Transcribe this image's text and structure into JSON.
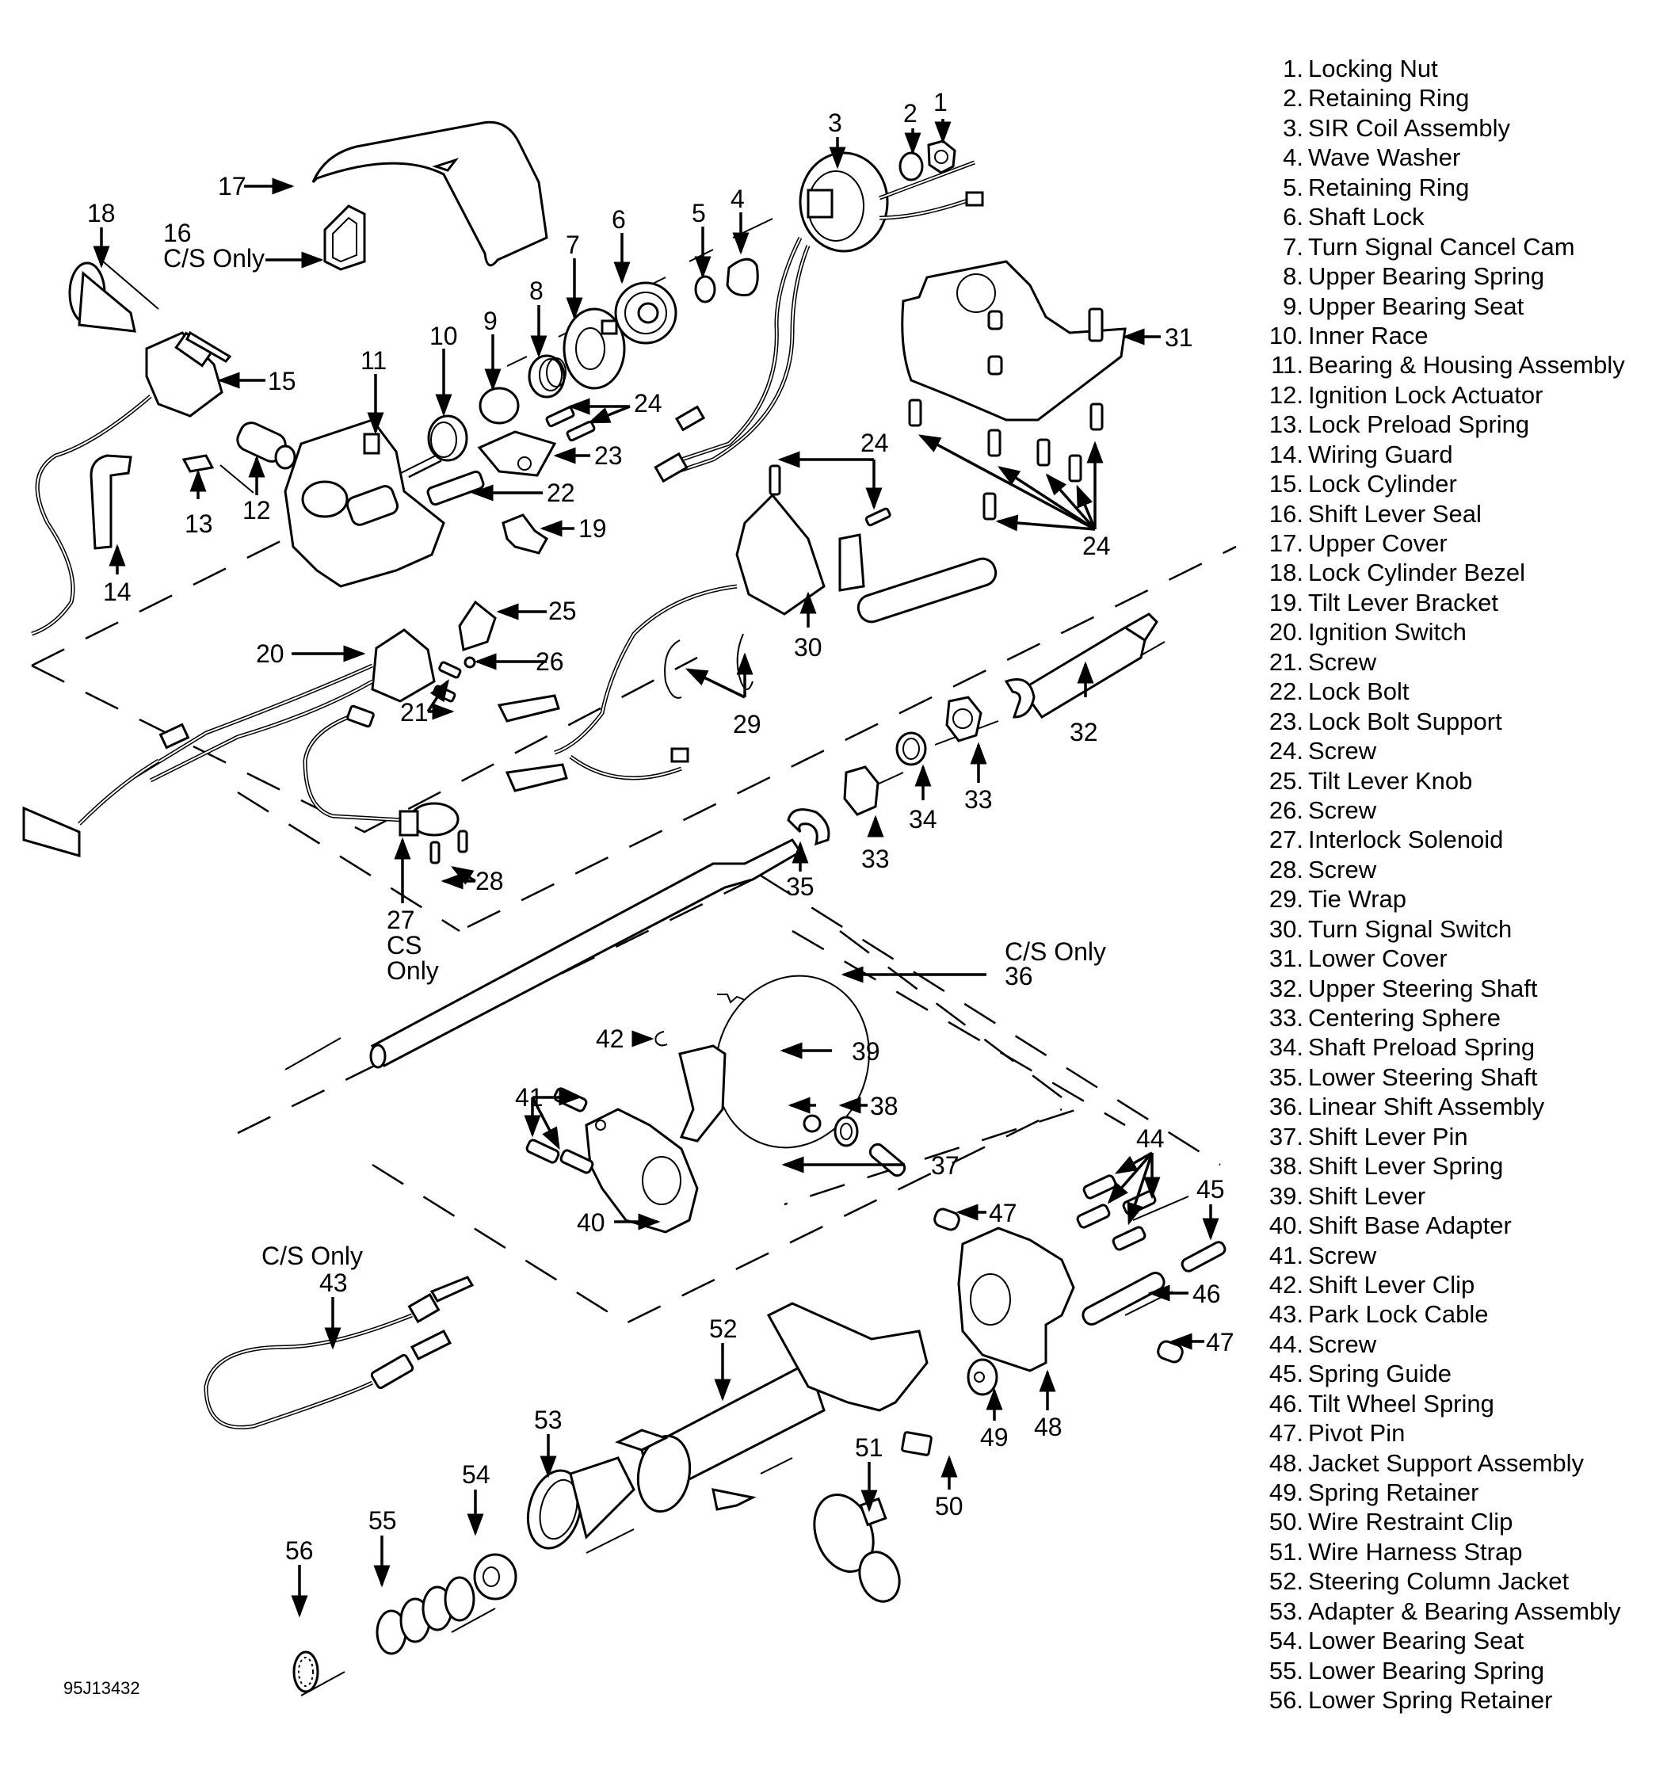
{
  "figure": {
    "title": "Steering Column Exploded View",
    "figure_id": "95J13432"
  },
  "legend": [
    {
      "num": "1.",
      "name": "Locking Nut"
    },
    {
      "num": "2.",
      "name": "Retaining Ring"
    },
    {
      "num": "3.",
      "name": "SIR Coil Assembly"
    },
    {
      "num": "4.",
      "name": "Wave Washer"
    },
    {
      "num": "5.",
      "name": "Retaining Ring"
    },
    {
      "num": "6.",
      "name": "Shaft Lock"
    },
    {
      "num": "7.",
      "name": "Turn Signal Cancel Cam"
    },
    {
      "num": "8.",
      "name": "Upper Bearing Spring"
    },
    {
      "num": "9.",
      "name": "Upper Bearing Seat"
    },
    {
      "num": "10.",
      "name": "Inner Race"
    },
    {
      "num": "11.",
      "name": "Bearing & Housing Assembly"
    },
    {
      "num": "12.",
      "name": "Ignition Lock Actuator"
    },
    {
      "num": "13.",
      "name": "Lock Preload Spring"
    },
    {
      "num": "14.",
      "name": "Wiring Guard"
    },
    {
      "num": "15.",
      "name": "Lock Cylinder"
    },
    {
      "num": "16.",
      "name": "Shift Lever Seal"
    },
    {
      "num": "17.",
      "name": "Upper Cover"
    },
    {
      "num": "18.",
      "name": "Lock Cylinder Bezel"
    },
    {
      "num": "19.",
      "name": "Tilt Lever Bracket"
    },
    {
      "num": "20.",
      "name": "Ignition Switch"
    },
    {
      "num": "21.",
      "name": "Screw"
    },
    {
      "num": "22.",
      "name": "Lock Bolt"
    },
    {
      "num": "23.",
      "name": "Lock Bolt Support"
    },
    {
      "num": "24.",
      "name": "Screw"
    },
    {
      "num": "25.",
      "name": "Tilt Lever Knob"
    },
    {
      "num": "26.",
      "name": "Screw"
    },
    {
      "num": "27.",
      "name": "Interlock Solenoid"
    },
    {
      "num": "28.",
      "name": "Screw"
    },
    {
      "num": "29.",
      "name": "Tie Wrap"
    },
    {
      "num": "30.",
      "name": "Turn Signal Switch"
    },
    {
      "num": "31.",
      "name": "Lower Cover"
    },
    {
      "num": "32.",
      "name": "Upper Steering Shaft"
    },
    {
      "num": "33.",
      "name": "Centering Sphere"
    },
    {
      "num": "34.",
      "name": "Shaft Preload Spring"
    },
    {
      "num": "35.",
      "name": "Lower Steering Shaft"
    },
    {
      "num": "36.",
      "name": "Linear Shift Assembly"
    },
    {
      "num": "37.",
      "name": "Shift Lever Pin"
    },
    {
      "num": "38.",
      "name": "Shift Lever Spring"
    },
    {
      "num": "39.",
      "name": "Shift Lever"
    },
    {
      "num": "40.",
      "name": "Shift Base Adapter"
    },
    {
      "num": "41.",
      "name": "Screw"
    },
    {
      "num": "42.",
      "name": "Shift Lever Clip"
    },
    {
      "num": "43.",
      "name": "Park Lock Cable"
    },
    {
      "num": "44.",
      "name": "Screw"
    },
    {
      "num": "45.",
      "name": "Spring Guide"
    },
    {
      "num": "46.",
      "name": "Tilt Wheel Spring"
    },
    {
      "num": "47.",
      "name": "Pivot Pin"
    },
    {
      "num": "48.",
      "name": "Jacket Support Assembly"
    },
    {
      "num": "49.",
      "name": "Spring Retainer"
    },
    {
      "num": "50.",
      "name": "Wire Restraint Clip"
    },
    {
      "num": "51.",
      "name": "Wire Harness Strap"
    },
    {
      "num": "52.",
      "name": "Steering Column Jacket"
    },
    {
      "num": "53.",
      "name": "Adapter & Bearing Assembly"
    },
    {
      "num": "54.",
      "name": "Lower Bearing Seat"
    },
    {
      "num": "55.",
      "name": "Lower Bearing Spring"
    },
    {
      "num": "56.",
      "name": "Lower Spring Retainer"
    }
  ],
  "callouts": {
    "c1": "1",
    "c2": "2",
    "c3": "3",
    "c4": "4",
    "c5": "5",
    "c6": "6",
    "c7": "7",
    "c8": "8",
    "c9": "9",
    "c10": "10",
    "c11": "11",
    "c12": "12",
    "c13": "13",
    "c14": "14",
    "c15": "15",
    "c16": "16",
    "c17": "17",
    "c18": "18",
    "c19": "19",
    "c20": "20",
    "c21": "21",
    "c22": "22",
    "c23": "23",
    "c24a": "24",
    "c24b": "24",
    "c24c": "24",
    "c25": "25",
    "c26": "26",
    "c27": "27",
    "c28": "28",
    "c29": "29",
    "c30": "30",
    "c31": "31",
    "c32": "32",
    "c33a": "33",
    "c33b": "33",
    "c34": "34",
    "c35": "35",
    "c36": "36",
    "c37": "37",
    "c38": "38",
    "c39": "39",
    "c40": "40",
    "c41": "41",
    "c42": "42",
    "c43": "43",
    "c44": "44",
    "c45": "45",
    "c46": "46",
    "c47a": "47",
    "c47b": "47",
    "c48": "48",
    "c49": "49",
    "c50": "50",
    "c51": "51",
    "c52": "52",
    "c53": "53",
    "c54": "54",
    "c55": "55",
    "c56": "56"
  },
  "notes": {
    "cs_only": "C/S Only",
    "cs": "CS",
    "only": "Only"
  }
}
